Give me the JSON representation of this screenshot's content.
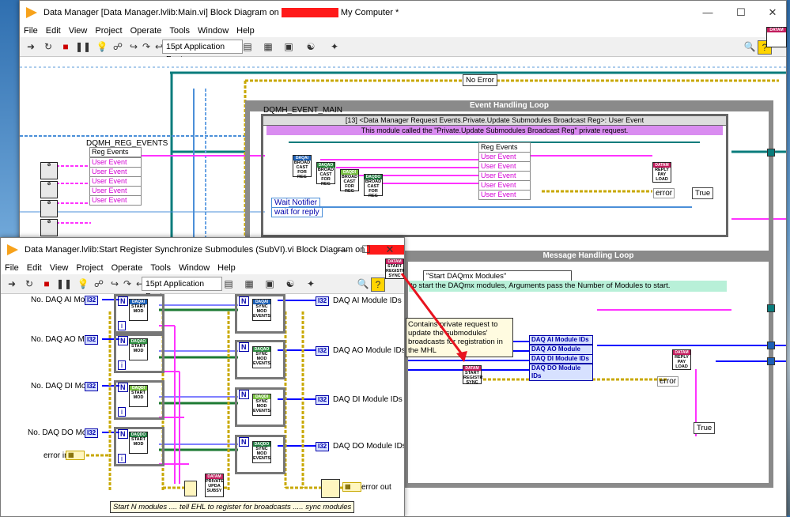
{
  "back": {
    "title": "Data Manager [Data Manager.lvlib:Main.vi] Block Diagram on",
    "title_suffix": "My Computer *",
    "menu": [
      "File",
      "Edit",
      "View",
      "Project",
      "Operate",
      "Tools",
      "Window",
      "Help"
    ],
    "font": "15pt Application Font",
    "labels": {
      "reg_events_label": "DQMH_REG_EVENTS",
      "reg_events_node": "Reg Events",
      "user_events": [
        "User Event",
        "User Event",
        "User Event",
        "User Event",
        "User Event"
      ],
      "no_error": "No Error",
      "event_loop": "Event Handling Loop",
      "event_main": "DQMH_EVENT_MAIN",
      "case_selector": "[13] <Data Manager Request Events.Private.Update Submodules Broadcast Reg>: User Event",
      "case_comment": "This module called the \"Private.Update Submodules Broadcast Reg\" private request.",
      "inner_reg_events": "Reg Events",
      "inner_user_events": [
        "User Event",
        "User Event",
        "User Event",
        "User Event",
        "User Event",
        "User Event"
      ],
      "wait_notifier": "Wait Notifier",
      "wait_for_reply": "wait for reply",
      "error": "error",
      "true_case": "True",
      "message_loop": "Message Handling Loop",
      "message_case": "\"Start DAQmx Modules\"",
      "message_comment": "to start the DAQmx modules, Arguments pass the Number of Modules to start.",
      "private_comment": "Contains private request to update the submodules' broadcasts for registration in the MHL",
      "module_ids": [
        "DAQ AI Module IDs",
        "DAQ AO Module IDs",
        "DAQ DI Module IDs",
        "DAQ DO Module IDs"
      ],
      "error2": "error",
      "true_case2": "True",
      "vi_broadcast": "BROAD CAST FOR REG",
      "vi_reply": "REPLY PAY LOAD",
      "vi_start_sync": "START REGISTR SYNC",
      "datam": "DATAM"
    }
  },
  "front": {
    "title": "Data Manager.lvlib:Start Register Synchronize Submodules (SubVI).vi Block Diagram on",
    "menu": [
      "File",
      "Edit",
      "View",
      "Project",
      "Operate",
      "Tools",
      "Window",
      "Help"
    ],
    "font": "15pt Application Font",
    "inputs": [
      "No. DAQ AI Mods",
      "No. DAQ AO Mods",
      "No. DAQ DI Mods",
      "No. DAQ DO Mods"
    ],
    "outputs": [
      "DAQ AI Module IDs",
      "DAQ AO Module IDs",
      "DAQ DI Module IDs",
      "DAQ DO Module IDs"
    ],
    "i32": "I32",
    "error_in": "error in",
    "error_out": "error out",
    "n": "N",
    "i": "i",
    "start_mod": "START MOD",
    "sync_mod": "SYNC MOD EVENTS",
    "private_update": "PRIVATE UPDA SUBSY",
    "daq_tags": [
      "DAQAI",
      "DAQAO",
      "DAQDI",
      "DAQDO"
    ],
    "footer_comment": "Start N modules .... tell EHL to register for broadcasts ..... sync modules",
    "start_sync_icon": "START REGISTR SYNC"
  },
  "colors": {
    "event_wire": "#ff33ff",
    "error_wire": "#c8a800",
    "class_wire": "#0a7c7c",
    "int_wire": "#0000ff",
    "loop_frame": "#8a8a8a",
    "case_header": "#d98cf0",
    "case_comment_bg": "#b8f0d8",
    "annotation_arrow": "#e8131f",
    "redaction": "#ff1a1a"
  }
}
